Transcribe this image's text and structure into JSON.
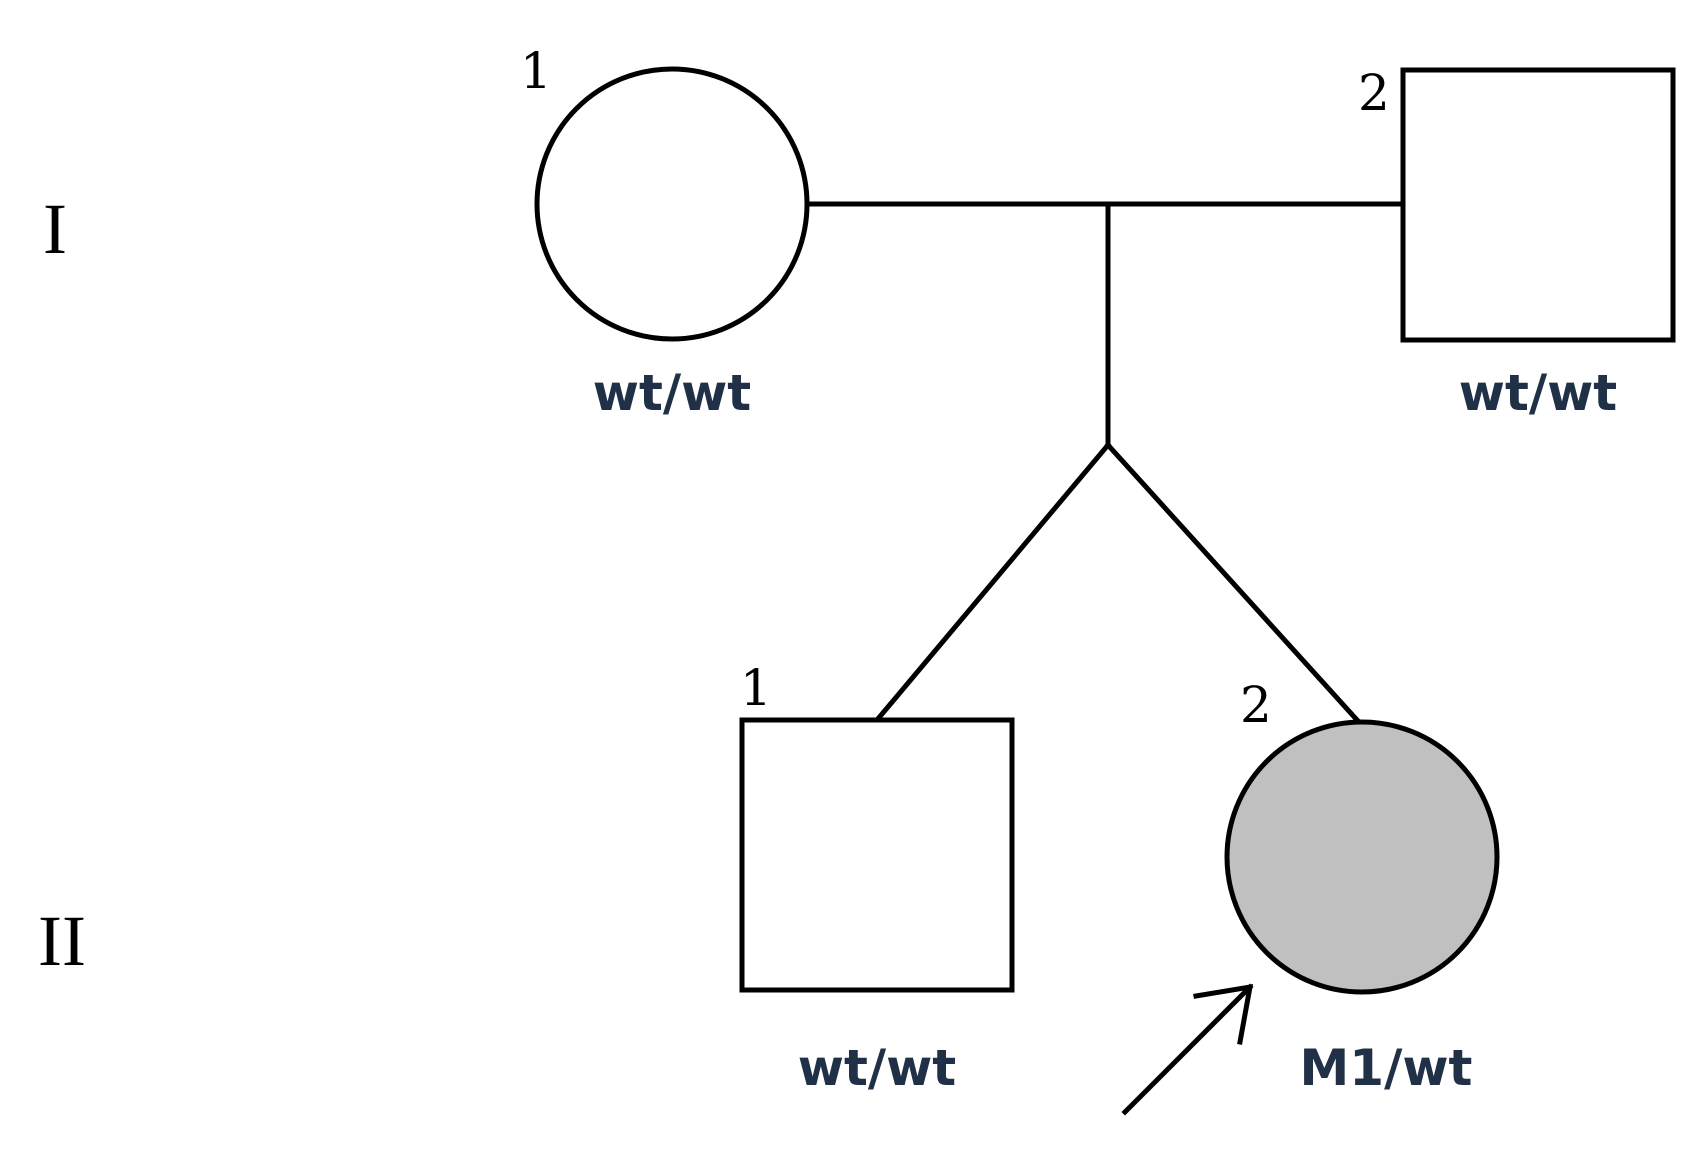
{
  "colors": {
    "genotype_text": "#1f3047",
    "affected_fill": "#c0c0c0",
    "unaffected_fill": "#ffffff",
    "line": "#000000"
  },
  "generations": [
    {
      "label": "I"
    },
    {
      "label": "II"
    }
  ],
  "individuals": [
    {
      "id": "I-1",
      "number": "1",
      "sex": "female",
      "affected": false,
      "genotype": "wt/wt"
    },
    {
      "id": "I-2",
      "number": "2",
      "sex": "male",
      "affected": false,
      "genotype": "wt/wt"
    },
    {
      "id": "II-1",
      "number": "1",
      "sex": "male",
      "affected": false,
      "genotype": "wt/wt"
    },
    {
      "id": "II-2",
      "number": "2",
      "sex": "female",
      "affected": true,
      "proband": true,
      "genotype": "M1/wt"
    }
  ]
}
